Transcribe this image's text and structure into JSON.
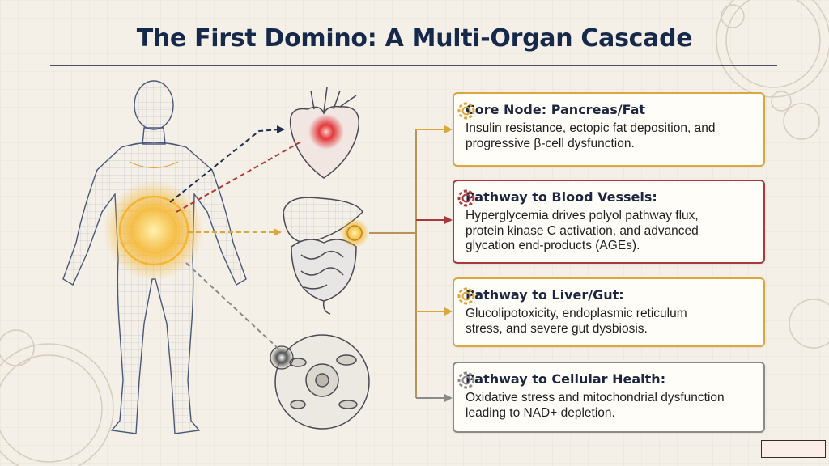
{
  "title": "The First Domino: A Multi-Organ Cascade",
  "colors": {
    "gold": "#d9a640",
    "red": "#a8383a",
    "gray": "#8a8a8a",
    "navy": "#17294a"
  },
  "pathways": [
    {
      "title": "Core Node: Pancreas/Fat",
      "lines": [
        "Insulin resistance, ectopic fat deposition, and",
        "progressive β-cell dysfunction."
      ],
      "icon": "gear-icon"
    },
    {
      "title": "Pathway to Blood Vessels:",
      "lines": [
        "Hyperglycemia drives polyol pathway flux,",
        "protein kinase C activation, and advanced",
        "glycation end-products (AGEs)."
      ],
      "icon": "gear-icon"
    },
    {
      "title": "Pathway to Liver/Gut:",
      "lines": [
        "Glucolipotoxicity, endoplasmic reticulum",
        "stress, and severe gut dysbiosis."
      ],
      "icon": "gear-icon"
    },
    {
      "title": "Pathway to Cellular Health:",
      "lines": [
        "Oxidative stress and mitochondrial dysfunction",
        "leading to NAD+ depletion."
      ],
      "icon": "gear-icon"
    }
  ]
}
